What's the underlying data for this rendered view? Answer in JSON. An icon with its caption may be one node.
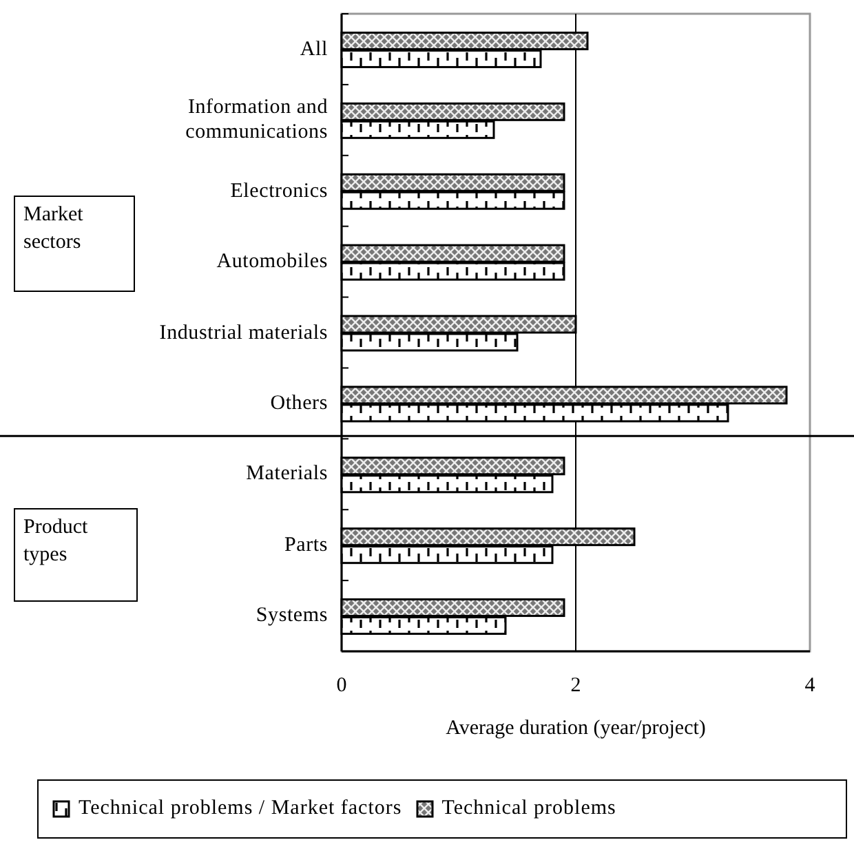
{
  "diagram": {
    "nodes": [
      {
        "text": [
          "Market sectors"
        ]
      },
      {
        "text": [
          "Product types"
        ]
      }
    ],
    "chart_data": {
      "type": "bar",
      "orientation": "horizontal",
      "xlabel": "Average duration (year/project)",
      "categories": [
        "All",
        "Information and communications",
        "Electronics",
        "Automobiles",
        "Industrial materials",
        "Others",
        "Materials",
        "Parts",
        "Systems"
      ],
      "xlim": [
        0,
        4
      ],
      "xticks": [
        0,
        2,
        4
      ],
      "legend": true,
      "ref_lines": [
        {
          "axis": "x",
          "value": 2
        }
      ],
      "series": [
        {
          "name": "Technical problems / Market factors",
          "values": [
            1.7,
            1.3,
            1.9,
            1.9,
            1.5,
            3.3,
            1.8,
            1.8,
            1.4
          ]
        },
        {
          "name": "Technical problems",
          "values": [
            2.1,
            1.9,
            1.9,
            1.9,
            2.0,
            3.8,
            1.9,
            2.5,
            1.9
          ]
        }
      ]
    }
  }
}
